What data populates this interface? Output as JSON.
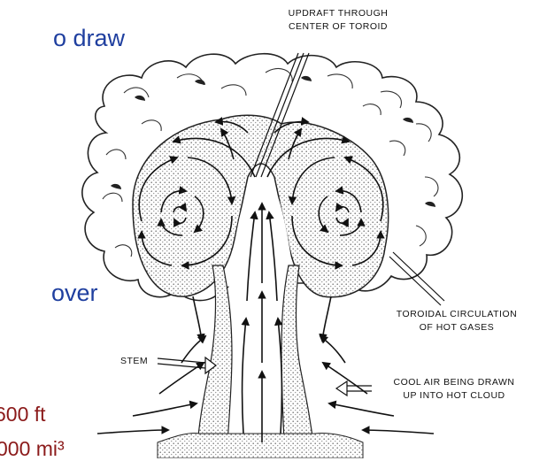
{
  "slide": {
    "fragment_top": "o draw",
    "fragment_mid": "over",
    "fragment_red_1": "600 ft",
    "fragment_red_2": "000 mi³",
    "colors": {
      "blue_text": "#1f3f9f",
      "red_text": "#8b1a1a"
    }
  },
  "diagram": {
    "labels": {
      "updraft": [
        "UPDRAFT THROUGH",
        "CENTER OF TOROID"
      ],
      "toroidal": [
        "TOROIDAL CIRCULATION",
        "OF HOT GASES"
      ],
      "stem": "STEM",
      "cool_air": [
        "COOL AIR  BEING DRAWN",
        "UP INTO HOT CLOUD"
      ]
    }
  }
}
